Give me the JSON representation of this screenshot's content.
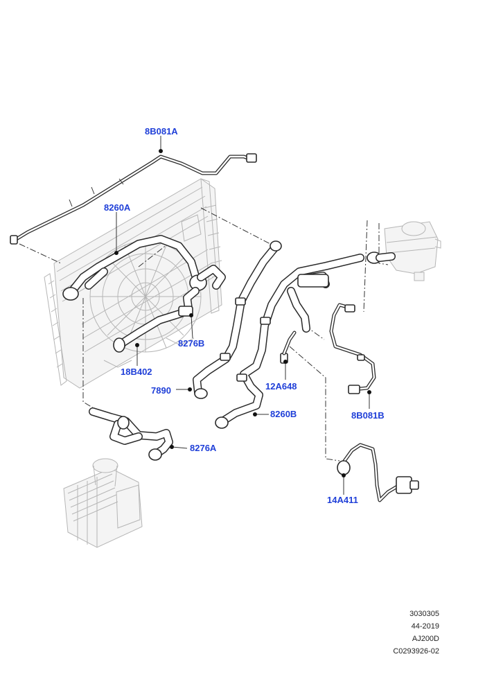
{
  "labels": {
    "l_8b081a": "8B081A",
    "l_8260a": "8260A",
    "l_8276b": "8276B",
    "l_18b402": "18B402",
    "l_7890": "7890",
    "l_12a648": "12A648",
    "l_8260b": "8260B",
    "l_8b081b": "8B081B",
    "l_8276a": "8276A",
    "l_14a411": "14A411"
  },
  "footer": {
    "line1": "3030305",
    "line2": "44-2019",
    "line3": "AJ200D",
    "line4": "C0293926-02"
  },
  "colors": {
    "label": "#1f3fd8",
    "line": "#2a2a2a",
    "ghost": "#b5b5b5"
  }
}
